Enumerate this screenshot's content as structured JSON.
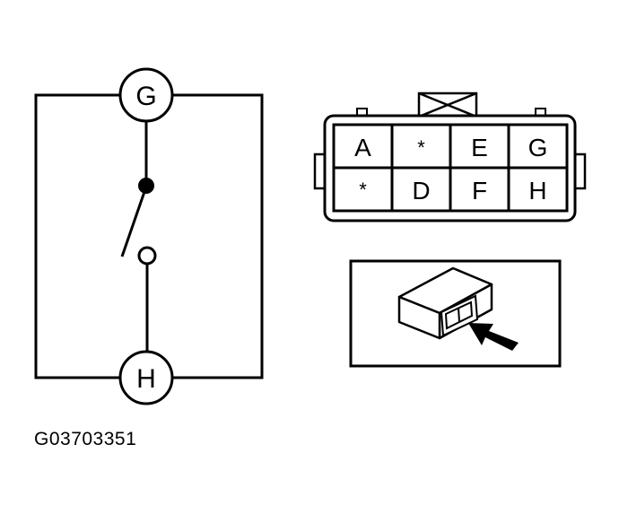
{
  "schematic": {
    "top_terminal": "G",
    "bottom_terminal": "H"
  },
  "connector": {
    "rows": [
      [
        "A",
        "*",
        "E",
        "G"
      ],
      [
        "*",
        "D",
        "F",
        "H"
      ]
    ]
  },
  "figure_code": "G03703351",
  "colors": {
    "line": "#000000",
    "background": "#ffffff"
  }
}
